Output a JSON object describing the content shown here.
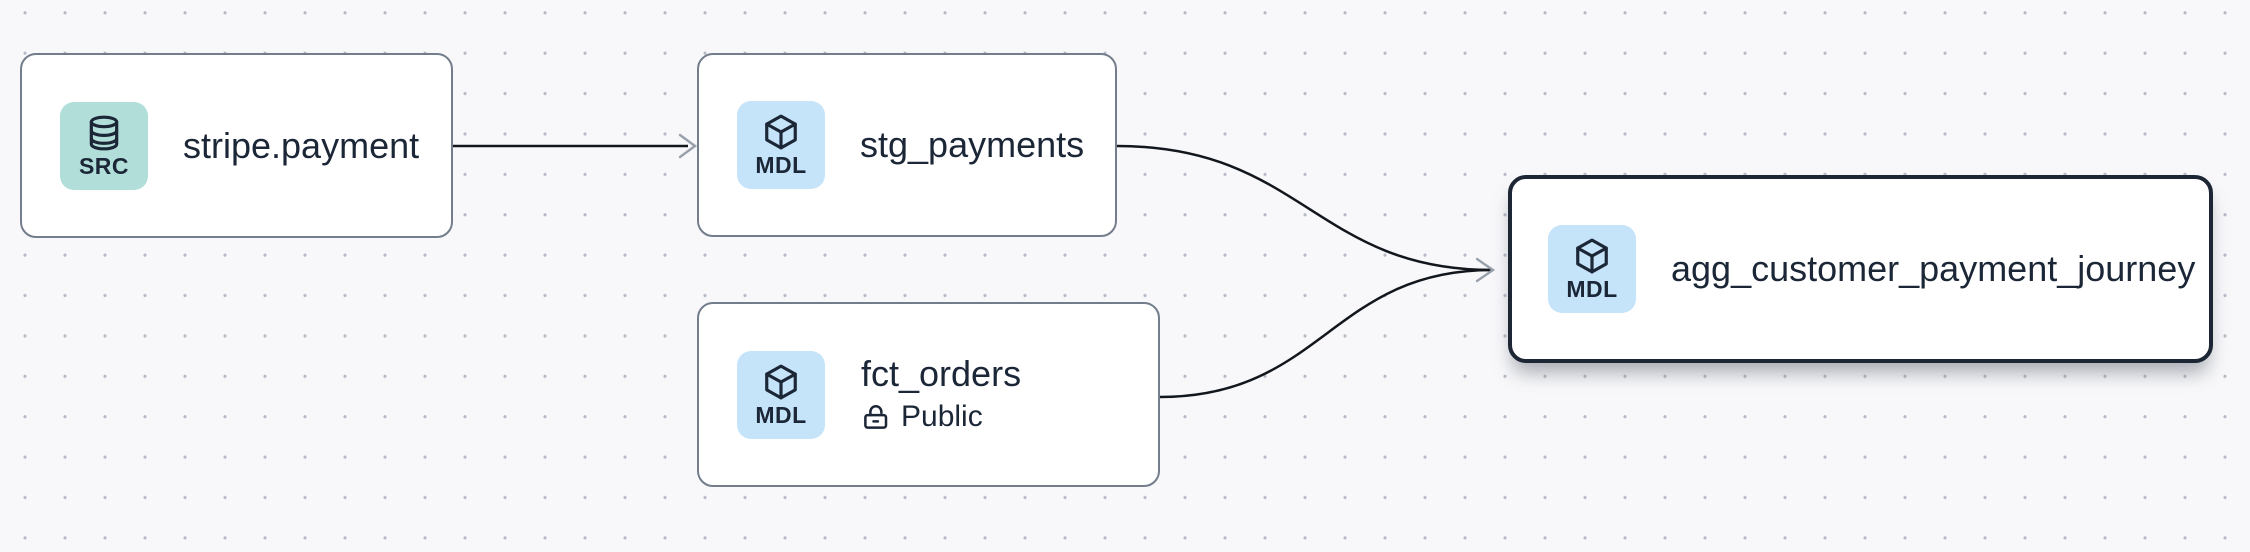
{
  "canvas": {
    "background_color": "#f8f8fa",
    "dot_grid_color": "#b7bac6",
    "edge_color": "#12161d",
    "arrowhead_color": "#98a0ac"
  },
  "nodes": [
    {
      "id": "stripe.payment",
      "title": "stripe.payment",
      "badge": {
        "label": "SRC",
        "icon": "database-icon",
        "background": "#b2ded9"
      },
      "selected": false
    },
    {
      "id": "stg_payments",
      "title": "stg_payments",
      "badge": {
        "label": "MDL",
        "icon": "cube-icon",
        "background": "#c6e4f9"
      },
      "selected": false
    },
    {
      "id": "fct_orders",
      "title": "fct_orders",
      "subtitle": "Public",
      "subtitle_icon": "lock-open-icon",
      "badge": {
        "label": "MDL",
        "icon": "cube-icon",
        "background": "#c6e4f9"
      },
      "selected": false
    },
    {
      "id": "agg_customer_payment_journey",
      "title": "agg_customer_payment_journey",
      "badge": {
        "label": "MDL",
        "icon": "cube-icon",
        "background": "#c6e4f9"
      },
      "selected": true,
      "border_color": "#1d2634"
    }
  ],
  "edges": [
    {
      "source": "stripe.payment",
      "target": "stg_payments"
    },
    {
      "source": "stg_payments",
      "target": "agg_customer_payment_journey"
    },
    {
      "source": "fct_orders",
      "target": "agg_customer_payment_journey"
    }
  ]
}
